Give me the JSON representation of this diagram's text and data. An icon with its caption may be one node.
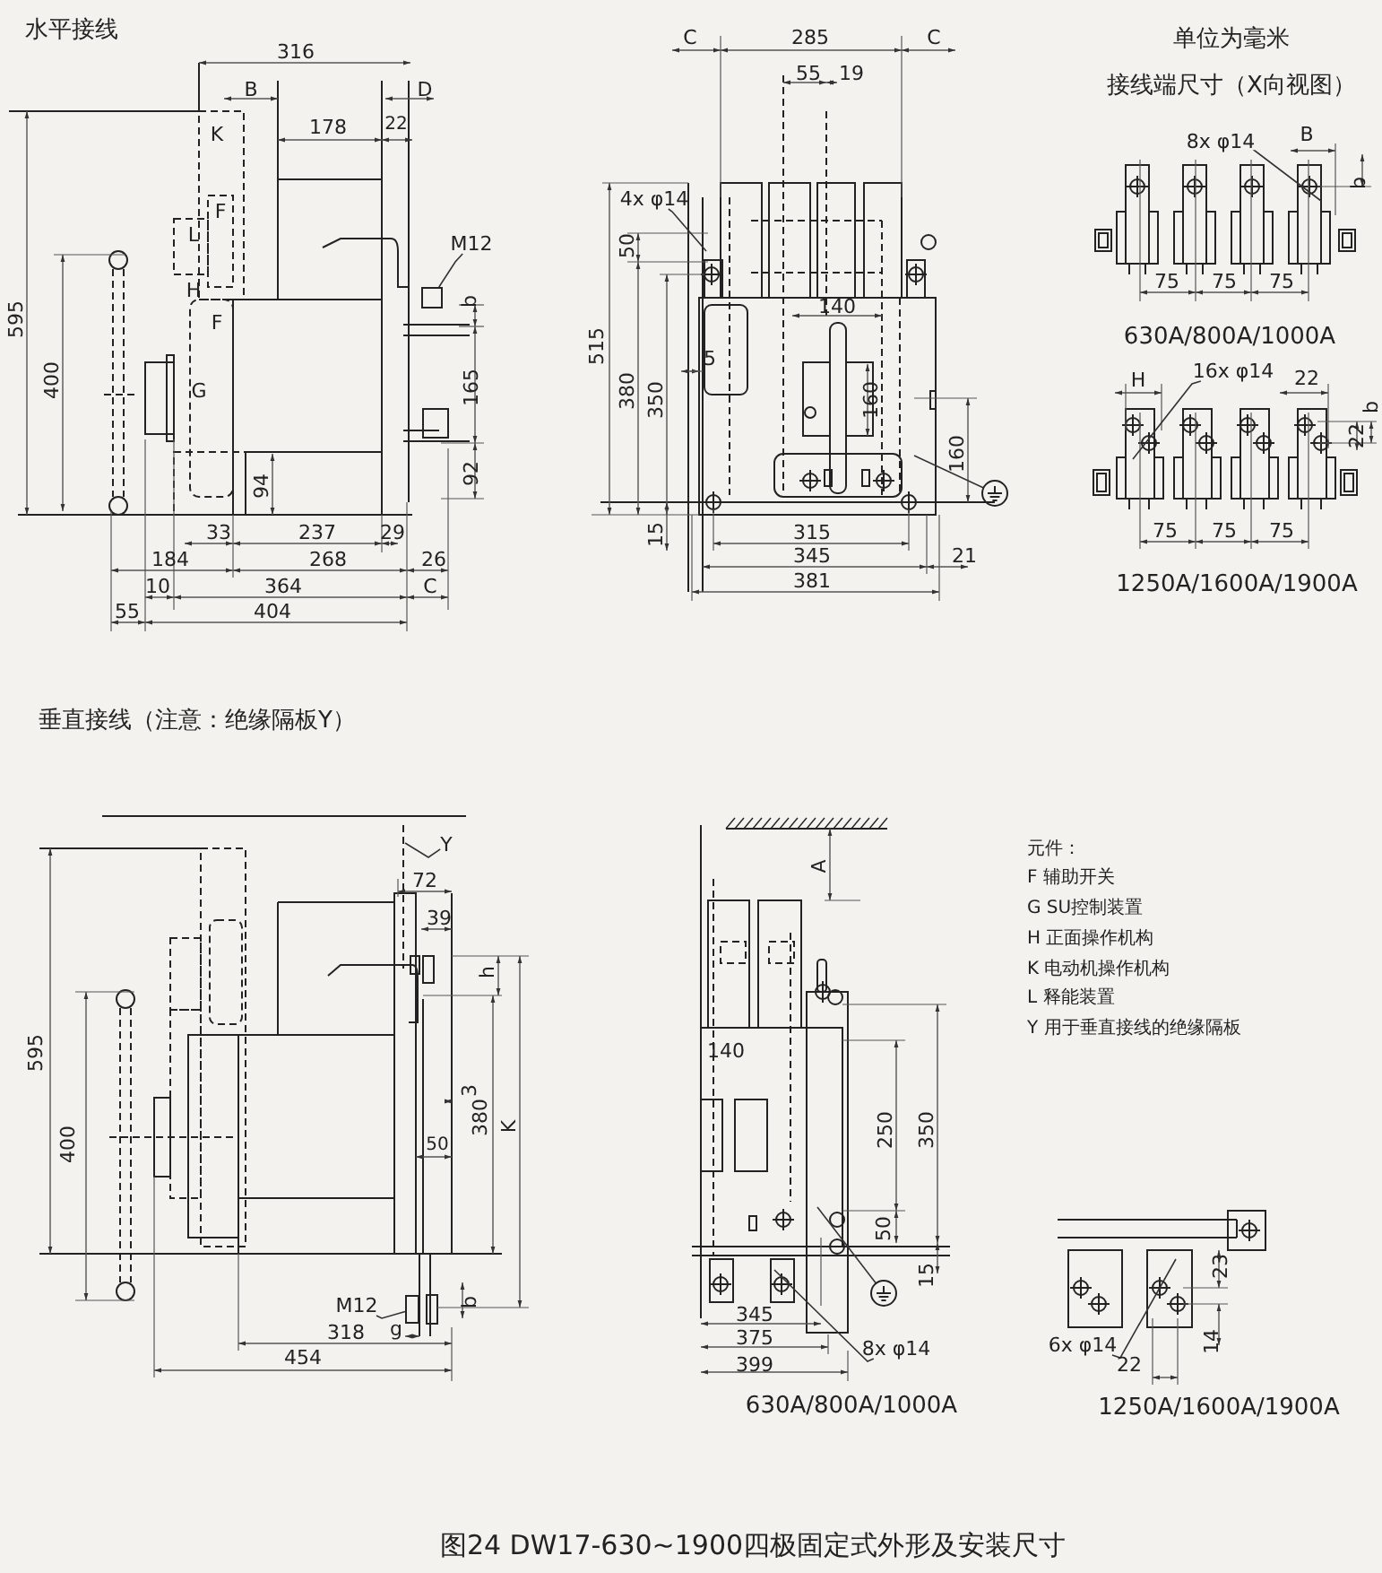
{
  "diagram": {
    "caption": "图24 DW17-630~1900四极固定式外形及安装尺寸",
    "nodes": [
      {
        "text": [
          "M12"
        ]
      },
      {
        "text": [
          "4x φ14"
        ]
      },
      {
        "text": [],
        "shape": "circle"
      },
      {
        "text": [
          "8x φ14"
        ]
      },
      {
        "text": [
          "16x φ14"
        ]
      },
      {
        "text": [
          "Y"
        ]
      },
      {
        "text": [
          "M12"
        ]
      },
      {
        "text": [],
        "shape": "circle"
      },
      {
        "text": [
          "8x φ14"
        ]
      },
      {
        "text": [
          "6x φ14"
        ]
      },
      {
        "text": [],
        "shape": "box"
      },
      {
        "text": [],
        "shape": "box"
      }
    ],
    "edges": [
      {
        "from": 0,
        "to": 10,
        "arrow": "none"
      },
      {
        "from": 1,
        "to": null,
        "arrow": "none"
      },
      {
        "from": 2,
        "to": null,
        "arrow": "none"
      },
      {
        "from": 3,
        "to": null,
        "arrow": "none"
      },
      {
        "from": 4,
        "to": null,
        "arrow": "none"
      },
      {
        "from": 5,
        "to": null,
        "arrow": "none"
      },
      {
        "from": 6,
        "to": 11,
        "arrow": "none"
      },
      {
        "from": 7,
        "to": null,
        "arrow": "none"
      },
      {
        "from": 8,
        "to": null,
        "arrow": "none"
      },
      {
        "from": 9,
        "to": null,
        "arrow": "none"
      }
    ],
    "labels": [
      "水平接线",
      "316",
      "B",
      "D",
      "K",
      "178",
      "22",
      "F",
      "L",
      "H",
      "F",
      "b",
      "595",
      "400",
      "165",
      "G",
      "92",
      "94",
      "33",
      "237",
      "29",
      "184",
      "268",
      "26",
      "10",
      "364",
      "C",
      "55",
      "404",
      "C",
      "285",
      "C",
      "55",
      "19",
      "50",
      "515",
      "140",
      "5",
      "380",
      "350",
      "160",
      "160",
      "15",
      "315",
      "345",
      "21",
      "381",
      "单位为毫米",
      "接线端尺寸（X向视图）",
      "B",
      "b",
      "75",
      "75",
      "75",
      "630A/800A/1000A",
      "H",
      "22",
      "b",
      "22",
      "75",
      "75",
      "75",
      "1250A/1600A/1900A",
      "垂直接线（注意：绝缘隔板Y）",
      "72",
      "39",
      "h",
      "595",
      "400",
      "3",
      "380",
      "K",
      "50",
      "g",
      "b",
      "318",
      "454",
      "A",
      "140",
      "250",
      "350",
      "50",
      "15",
      "345",
      "375",
      "399",
      "630A/800A/1000A",
      "元件：",
      "F 辅助开关",
      "G SU控制装置",
      "H 正面操作机构",
      "K 电动机操作机构",
      "L 释能装置",
      "Y 用于垂直接线的绝缘隔板",
      "23",
      "14",
      "22",
      "1250A/1600A/1900A"
    ]
  }
}
